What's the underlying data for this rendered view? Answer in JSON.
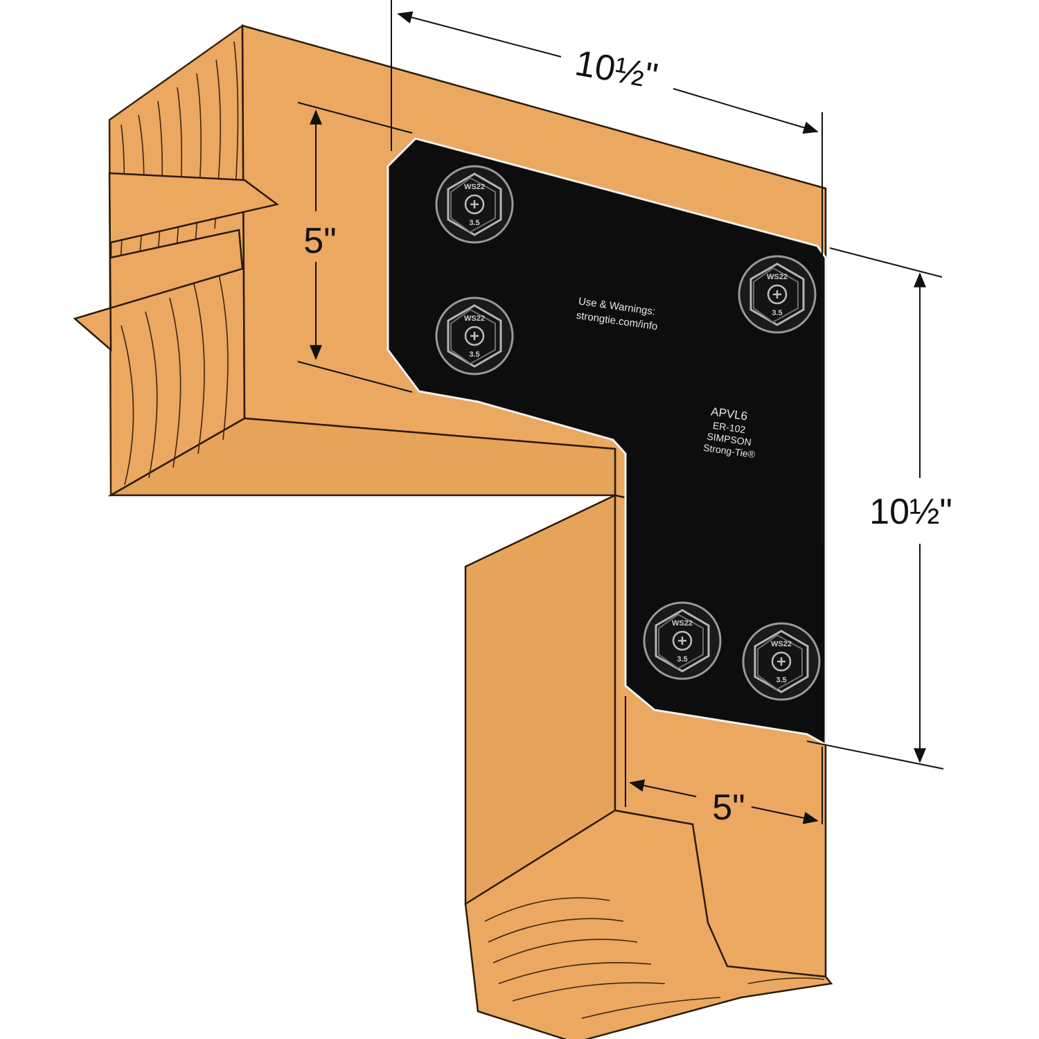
{
  "diagram": {
    "dimensions": {
      "top_width": "10½\"",
      "left_height": "5\"",
      "right_height": "10½\"",
      "bottom_width": "5\""
    },
    "plate": {
      "warning_line1": "Use & Warnings:",
      "warning_line2": "strongtie.com/info",
      "model": "APVL6",
      "report": "ER-102",
      "brand": "SIMPSON",
      "brand2": "Strong-Tie®"
    },
    "screw": {
      "label": "WS22",
      "size": "3.5"
    },
    "colors": {
      "wood": "#eaa860",
      "plate": "#0d0d0d",
      "grain": "#3a2410",
      "dimension_line": "#111111"
    }
  }
}
